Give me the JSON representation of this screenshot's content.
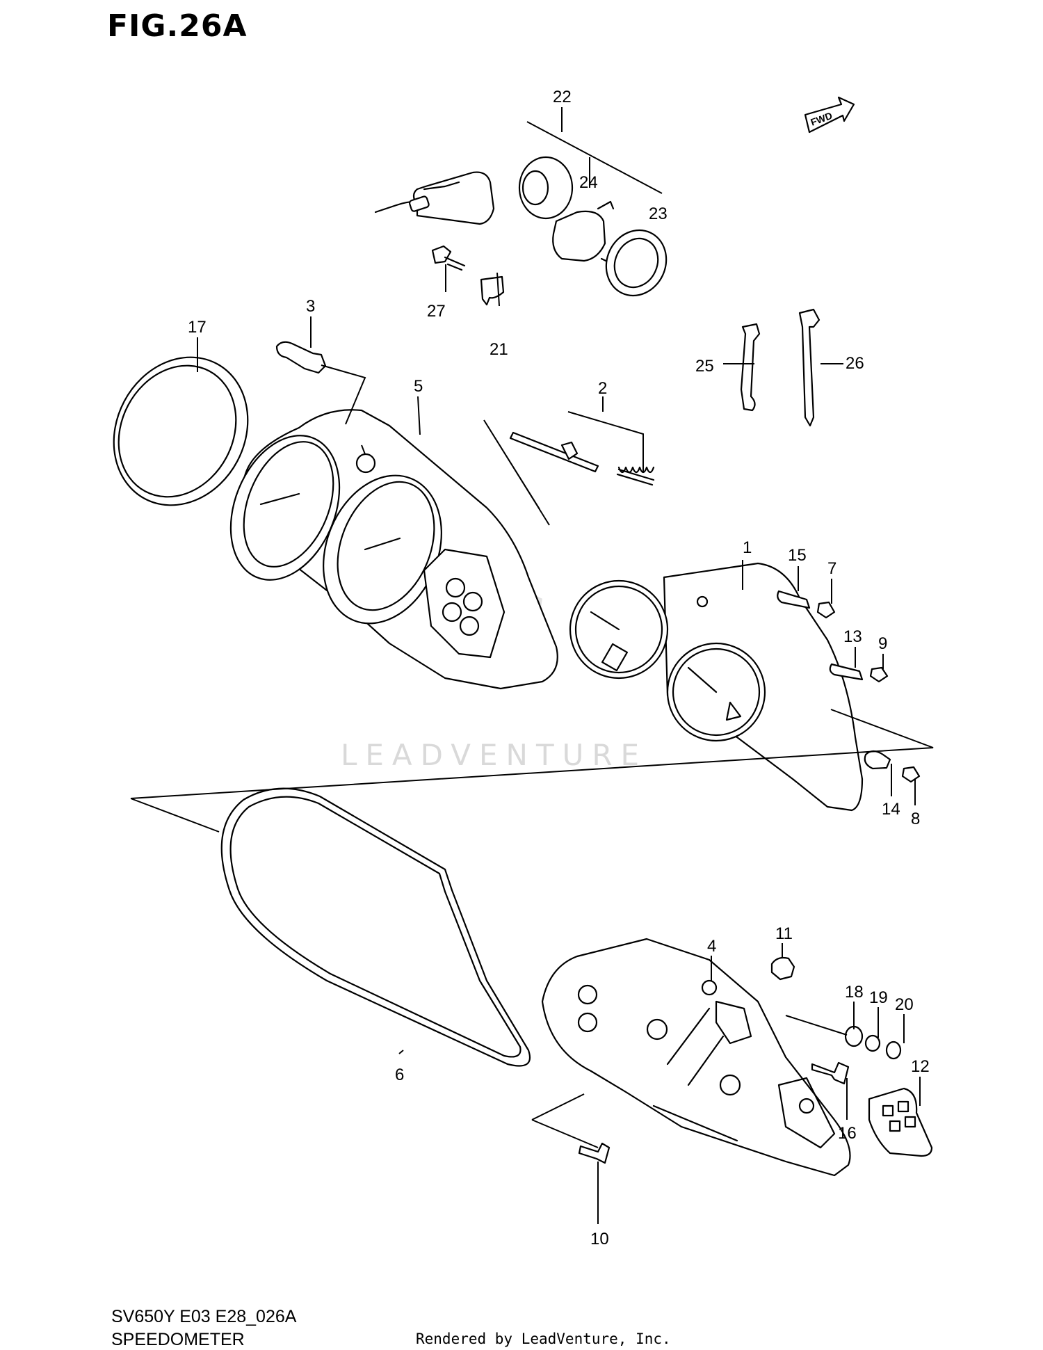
{
  "figure": {
    "title": "FIG.26A",
    "direction_badge": "FWD",
    "watermark": "LEADVENTURE"
  },
  "callouts": [
    {
      "id": "c1",
      "label": "1"
    },
    {
      "id": "c2",
      "label": "2"
    },
    {
      "id": "c3",
      "label": "3"
    },
    {
      "id": "c4",
      "label": "4"
    },
    {
      "id": "c5",
      "label": "5"
    },
    {
      "id": "c6",
      "label": "6"
    },
    {
      "id": "c7",
      "label": "7"
    },
    {
      "id": "c8",
      "label": "8"
    },
    {
      "id": "c9",
      "label": "9"
    },
    {
      "id": "c10",
      "label": "10"
    },
    {
      "id": "c11",
      "label": "11"
    },
    {
      "id": "c12",
      "label": "12"
    },
    {
      "id": "c13",
      "label": "13"
    },
    {
      "id": "c14",
      "label": "14"
    },
    {
      "id": "c15",
      "label": "15"
    },
    {
      "id": "c16",
      "label": "16"
    },
    {
      "id": "c17",
      "label": "17"
    },
    {
      "id": "c18",
      "label": "18"
    },
    {
      "id": "c19",
      "label": "19"
    },
    {
      "id": "c20",
      "label": "20"
    },
    {
      "id": "c21",
      "label": "21"
    },
    {
      "id": "c22",
      "label": "22"
    },
    {
      "id": "c23",
      "label": "23"
    },
    {
      "id": "c24",
      "label": "24"
    },
    {
      "id": "c25",
      "label": "25"
    },
    {
      "id": "c26",
      "label": "26"
    },
    {
      "id": "c27",
      "label": "27"
    }
  ],
  "footer": {
    "model_code": "SV650Y E03 E28_026A",
    "assembly_name": "SPEEDOMETER",
    "rendered_by": "Rendered by LeadVenture, Inc."
  }
}
